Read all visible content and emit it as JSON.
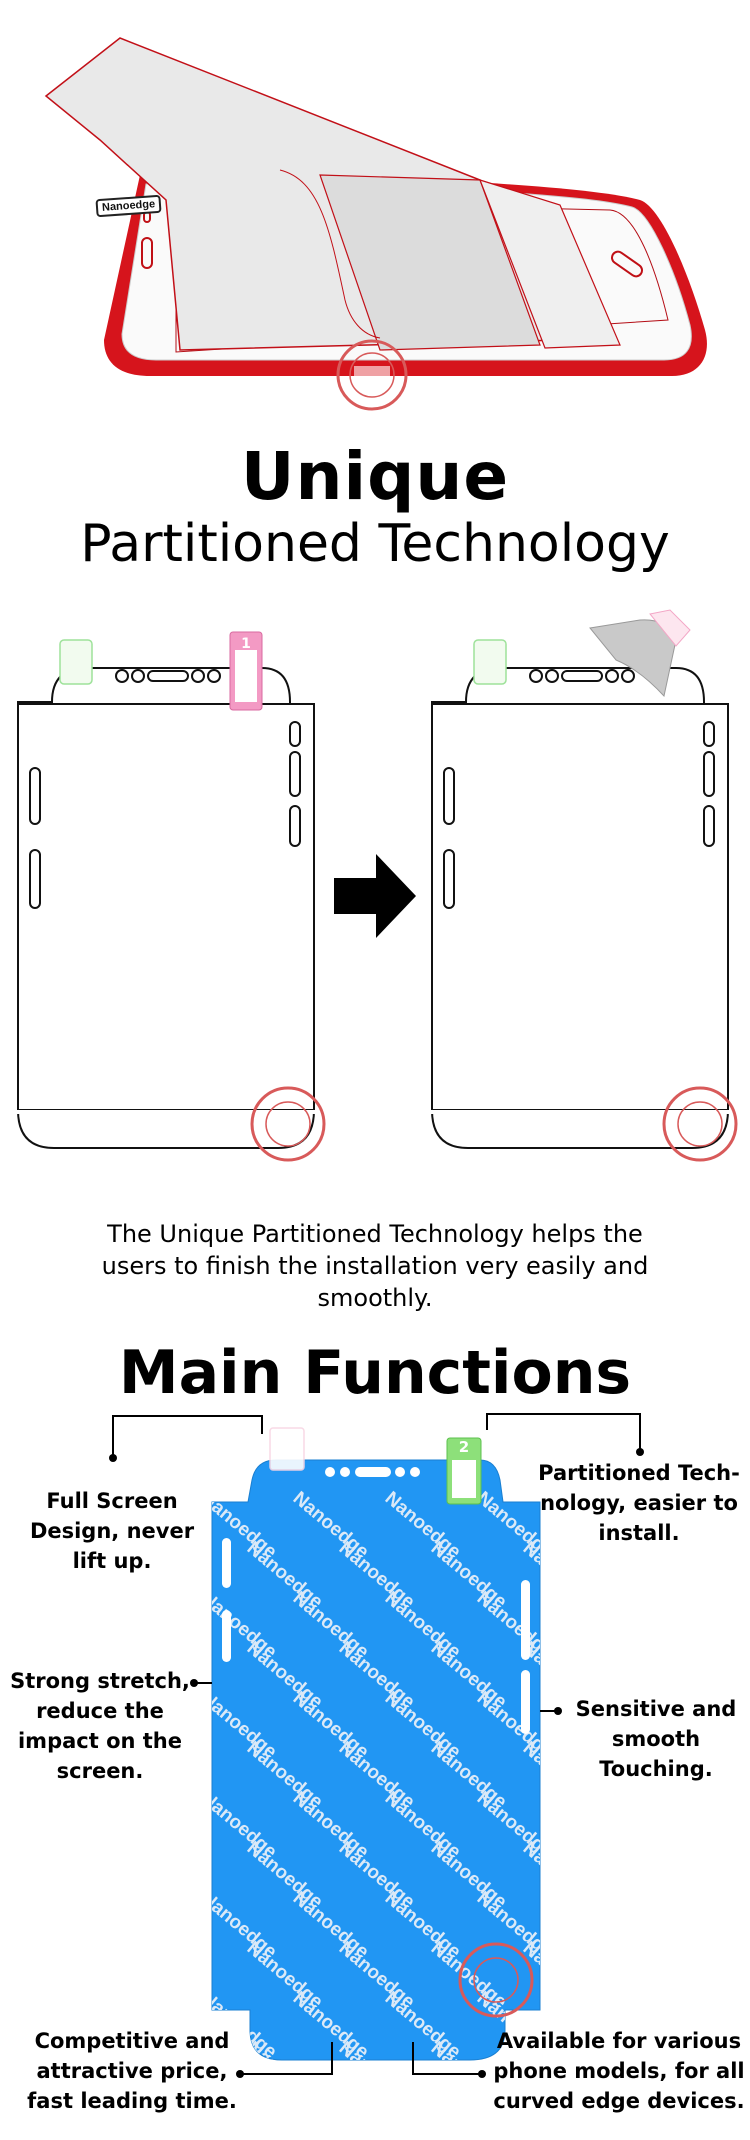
{
  "colors": {
    "accent_red": "#d6141c",
    "film_blue": "#2196f3",
    "tab_pink": "#f39ac4",
    "tab_green": "#8de07a",
    "text": "#000000"
  },
  "hero": {
    "brand_badge": "Nanoedge"
  },
  "headline": {
    "title": "Unique",
    "subtitle": "Partitioned Technology"
  },
  "description": "The Unique Partitioned Technology helps the users to finish the installation very easily and smoothly.",
  "tabs": {
    "step1": "1",
    "step2": "2"
  },
  "main_functions": {
    "title": "Main Functions",
    "watermark_word": "Nanoedge",
    "features": [
      {
        "id": "full-screen",
        "lines": [
          "Full Screen",
          "Design, never",
          "lift up."
        ]
      },
      {
        "id": "partitioned",
        "lines": [
          "Partitioned Tech-",
          "nology, easier to",
          "install."
        ]
      },
      {
        "id": "stretch",
        "lines": [
          "Strong stretch,",
          "reduce the",
          "impact on the",
          "screen."
        ]
      },
      {
        "id": "sensitive",
        "lines": [
          "Sensitive and",
          "smooth",
          "Touching."
        ]
      },
      {
        "id": "price",
        "lines": [
          "Competitive and",
          "attractive price,",
          "fast leading time."
        ]
      },
      {
        "id": "models",
        "lines": [
          "Available for various",
          "phone models, for all",
          "curved edge devices."
        ]
      }
    ]
  }
}
